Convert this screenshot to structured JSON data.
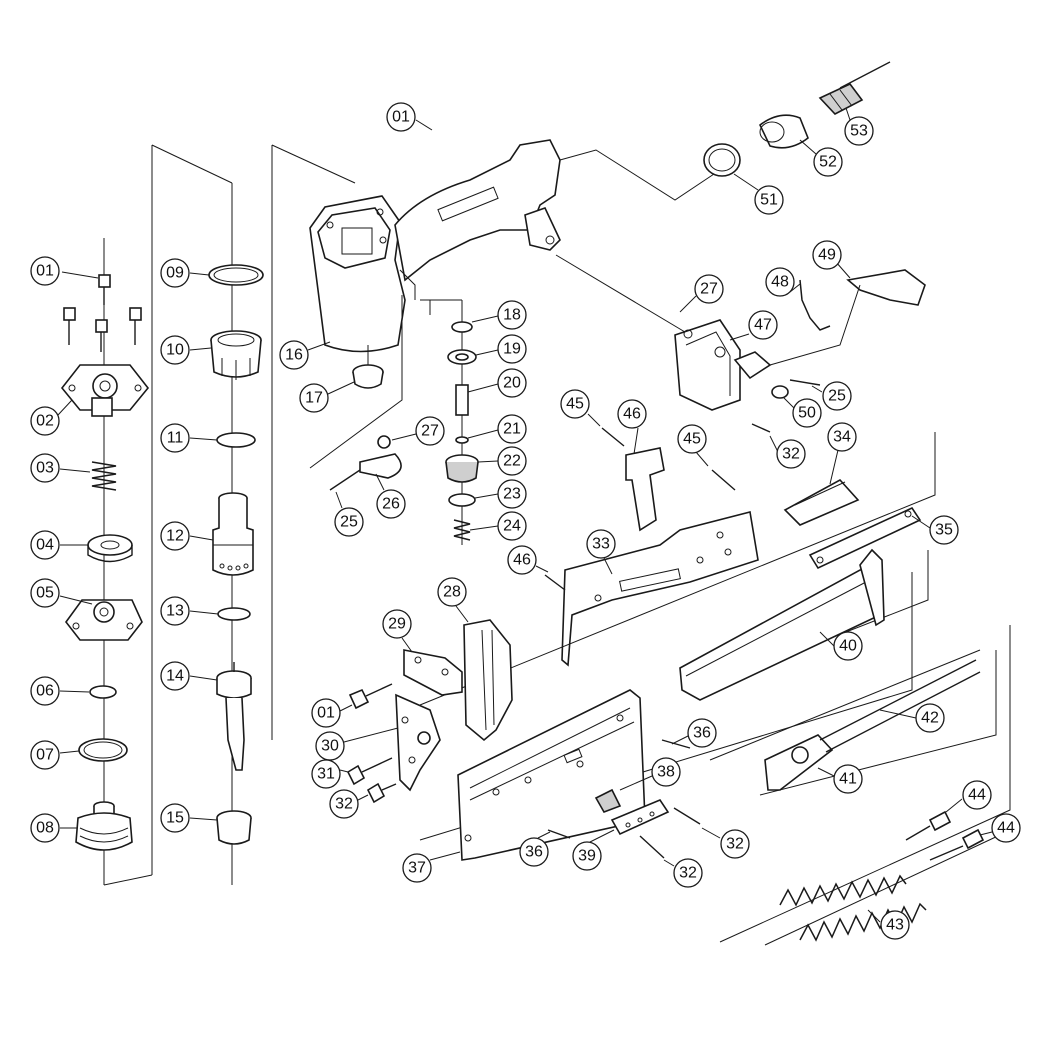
{
  "callouts": [
    {
      "id": "p01a",
      "label": "01"
    },
    {
      "id": "p01b",
      "label": "01"
    },
    {
      "id": "p01c",
      "label": "01"
    },
    {
      "id": "p02",
      "label": "02"
    },
    {
      "id": "p03",
      "label": "03"
    },
    {
      "id": "p04",
      "label": "04"
    },
    {
      "id": "p05",
      "label": "05"
    },
    {
      "id": "p06",
      "label": "06"
    },
    {
      "id": "p07",
      "label": "07"
    },
    {
      "id": "p08",
      "label": "08"
    },
    {
      "id": "p09",
      "label": "09"
    },
    {
      "id": "p10",
      "label": "10"
    },
    {
      "id": "p11",
      "label": "11"
    },
    {
      "id": "p12",
      "label": "12"
    },
    {
      "id": "p13",
      "label": "13"
    },
    {
      "id": "p14",
      "label": "14"
    },
    {
      "id": "p15",
      "label": "15"
    },
    {
      "id": "p16",
      "label": "16"
    },
    {
      "id": "p17",
      "label": "17"
    },
    {
      "id": "p18",
      "label": "18"
    },
    {
      "id": "p19",
      "label": "19"
    },
    {
      "id": "p20",
      "label": "20"
    },
    {
      "id": "p21",
      "label": "21"
    },
    {
      "id": "p22",
      "label": "22"
    },
    {
      "id": "p23",
      "label": "23"
    },
    {
      "id": "p24",
      "label": "24"
    },
    {
      "id": "p25a",
      "label": "25"
    },
    {
      "id": "p25b",
      "label": "25"
    },
    {
      "id": "p26",
      "label": "26"
    },
    {
      "id": "p27a",
      "label": "27"
    },
    {
      "id": "p27b",
      "label": "27"
    },
    {
      "id": "p28",
      "label": "28"
    },
    {
      "id": "p29",
      "label": "29"
    },
    {
      "id": "p30",
      "label": "30"
    },
    {
      "id": "p31",
      "label": "31"
    },
    {
      "id": "p32a",
      "label": "32"
    },
    {
      "id": "p32b",
      "label": "32"
    },
    {
      "id": "p32c",
      "label": "32"
    },
    {
      "id": "p32d",
      "label": "32"
    },
    {
      "id": "p33",
      "label": "33"
    },
    {
      "id": "p34",
      "label": "34"
    },
    {
      "id": "p35",
      "label": "35"
    },
    {
      "id": "p36a",
      "label": "36"
    },
    {
      "id": "p36b",
      "label": "36"
    },
    {
      "id": "p37",
      "label": "37"
    },
    {
      "id": "p38",
      "label": "38"
    },
    {
      "id": "p39",
      "label": "39"
    },
    {
      "id": "p40",
      "label": "40"
    },
    {
      "id": "p41",
      "label": "41"
    },
    {
      "id": "p42",
      "label": "42"
    },
    {
      "id": "p43",
      "label": "43"
    },
    {
      "id": "p44a",
      "label": "44"
    },
    {
      "id": "p44b",
      "label": "44"
    },
    {
      "id": "p45a",
      "label": "45"
    },
    {
      "id": "p45b",
      "label": "45"
    },
    {
      "id": "p46a",
      "label": "46"
    },
    {
      "id": "p46b",
      "label": "46"
    },
    {
      "id": "p47",
      "label": "47"
    },
    {
      "id": "p48",
      "label": "48"
    },
    {
      "id": "p49",
      "label": "49"
    },
    {
      "id": "p50",
      "label": "50"
    },
    {
      "id": "p51",
      "label": "51"
    },
    {
      "id": "p52",
      "label": "52"
    },
    {
      "id": "p53",
      "label": "53"
    }
  ]
}
